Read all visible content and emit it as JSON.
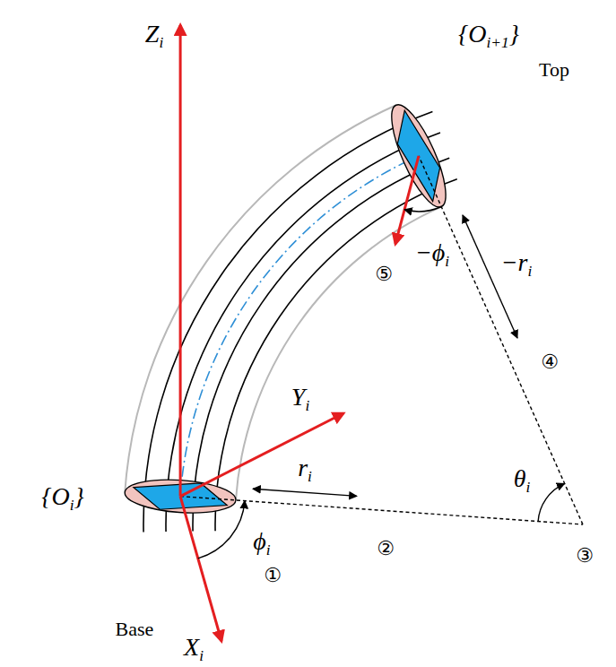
{
  "diagram": {
    "labels": [
      "Zi",
      "{Oi+1}",
      "Top",
      "Yi",
      "−ϕi",
      "⑤",
      "−ri",
      "④",
      "ri",
      "θi",
      "{Oi}",
      "ϕi",
      "①",
      "②",
      "③",
      "Base",
      "Xi"
    ]
  }
}
